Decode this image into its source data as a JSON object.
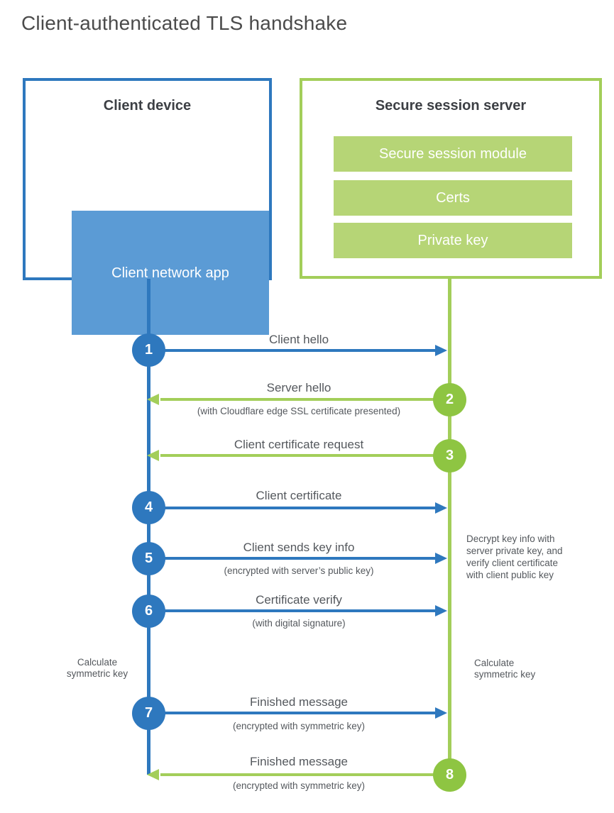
{
  "title": "Client-authenticated TLS handshake",
  "colors": {
    "blue": "#2E78BE",
    "blue_fill": "#5B9BD5",
    "green_line": "#A3CE5A",
    "green_circle": "#8EC542",
    "green_fill": "#B6D576",
    "text": "#54585D"
  },
  "client": {
    "title": "Client device",
    "app_label": "Client network app"
  },
  "server": {
    "title": "Secure session server",
    "modules": [
      "Secure session module",
      "Certs",
      "Private key"
    ]
  },
  "steps": [
    {
      "num": "1",
      "actor": "client",
      "direction": "right",
      "label": "Client hello"
    },
    {
      "num": "2",
      "actor": "server",
      "direction": "left",
      "label": "Server hello",
      "sublabel": "(with Cloudflare edge SSL certificate presented)"
    },
    {
      "num": "3",
      "actor": "server",
      "direction": "left",
      "label": "Client certificate request"
    },
    {
      "num": "4",
      "actor": "client",
      "direction": "right",
      "label": "Client certificate"
    },
    {
      "num": "5",
      "actor": "client",
      "direction": "right",
      "label": "Client sends key info",
      "sublabel": "(encrypted with server’s public key)"
    },
    {
      "num": "6",
      "actor": "client",
      "direction": "right",
      "label": "Certificate verify",
      "sublabel": "(with digital signature)"
    },
    {
      "num": "7",
      "actor": "client",
      "direction": "right",
      "label": "Finished message",
      "sublabel": "(encrypted with symmetric key)"
    },
    {
      "num": "8",
      "actor": "server",
      "direction": "left",
      "label": "Finished message",
      "sublabel": "(encrypted with symmetric key)"
    }
  ],
  "annotations": {
    "server_note": "Decrypt key info with server private key, and verify client certificate with client public key",
    "client_calc": "Calculate symmetric key",
    "server_calc": "Calculate symmetric key"
  }
}
